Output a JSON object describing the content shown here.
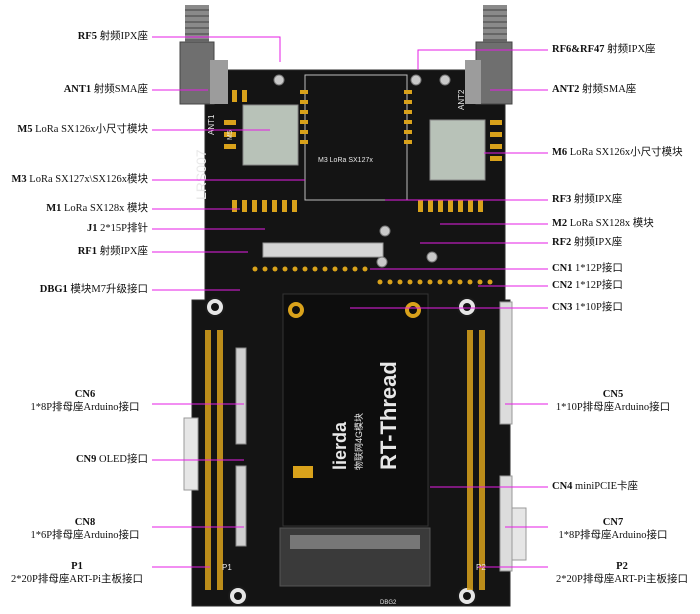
{
  "board": {
    "silk_name": "LRS007",
    "module_brand": "lierda",
    "module_sub": "物联网4G模块",
    "module_logo": "RT-Thread",
    "silk_m5": "M5",
    "silk_m3": "M3 LoRa SX127x",
    "silk_ant1": "ANT1",
    "silk_ant2": "ANT2",
    "silk_dbg2": "DBG2",
    "silk_p1": "P1",
    "silk_p2": "P2"
  },
  "callouts": {
    "rf5": {
      "code": "RF5",
      "desc": " 射频IPX座"
    },
    "ant1": {
      "code": "ANT1",
      "desc": " 射频SMA座"
    },
    "m5": {
      "code": "M5",
      "desc": " LoRa SX126x小尺寸模块"
    },
    "m3": {
      "code": "M3",
      "desc": " LoRa SX127x\\SX126x模块"
    },
    "m1": {
      "code": "M1",
      "desc": " LoRa SX128x 模块"
    },
    "j1": {
      "code": "J1",
      "desc": " 2*15P排针"
    },
    "rf1": {
      "code": "RF1",
      "desc": " 射频IPX座"
    },
    "dbg1": {
      "code": "DBG1",
      "desc": " 模块M7升级接口"
    },
    "cn6": {
      "code": "CN6",
      "desc": "1*8P排母座Arduino接口"
    },
    "cn9": {
      "code": "CN9",
      "desc": " OLED接口"
    },
    "cn8": {
      "code": "CN8",
      "desc": "1*6P排母座Arduino接口"
    },
    "p1": {
      "code": "P1",
      "desc": "2*20P排母座ART-Pi主板接口"
    },
    "rf6": {
      "code": "RF6&RF47",
      "desc": " 射频IPX座"
    },
    "ant2": {
      "code": "ANT2",
      "desc": " 射频SMA座"
    },
    "m6": {
      "code": "M6",
      "desc": " LoRa SX126x小尺寸模块"
    },
    "rf3": {
      "code": "RF3",
      "desc": " 射频IPX座"
    },
    "m2": {
      "code": "M2",
      "desc": " LoRa SX128x 模块"
    },
    "rf2": {
      "code": "RF2",
      "desc": " 射频IPX座"
    },
    "cn1": {
      "code": "CN1",
      "desc": " 1*12P接口"
    },
    "cn2": {
      "code": "CN2",
      "desc": " 1*12P接口"
    },
    "cn3": {
      "code": "CN3",
      "desc": " 1*10P接口"
    },
    "cn5": {
      "code": "CN5",
      "desc": "1*10P排母座Arduino接口"
    },
    "cn4": {
      "code": "CN4",
      "desc": " miniPCIE卡座"
    },
    "cn7": {
      "code": "CN7",
      "desc": "1*8P排母座Arduino接口"
    },
    "p2": {
      "code": "P2",
      "desc": "2*20P排母座ART-Pi主板接口"
    }
  },
  "colors": {
    "leader": "#e51ee5",
    "board": "#141414",
    "pad": "#d9a21b",
    "header": "#cfcfcf"
  }
}
